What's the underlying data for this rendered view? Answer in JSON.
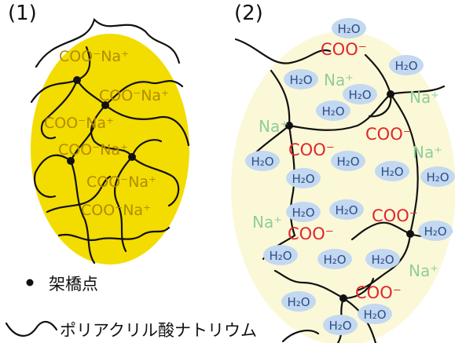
{
  "panels": {
    "left_label": "(1)",
    "right_label": "(2)"
  },
  "legend": {
    "crosslink_label": "架橋点",
    "polymer_label": "ポリアクリル酸ナトリウム"
  },
  "chem": {
    "coo_na": "COO⁻Na⁺",
    "coo_minus": "COO⁻",
    "na_plus": "Na⁺",
    "water": "H₂O"
  },
  "colors": {
    "dry_gel_fill": "#f3dc00",
    "dry_text": "#b38a00",
    "swollen_gel_fill": "#fbf8d8",
    "water_bubble": "#c3d8f1",
    "water_text": "#2d4e86",
    "carboxylate_text": "#e0262a",
    "sodium_text": "#8fce99",
    "polymer_line": "#111111"
  }
}
